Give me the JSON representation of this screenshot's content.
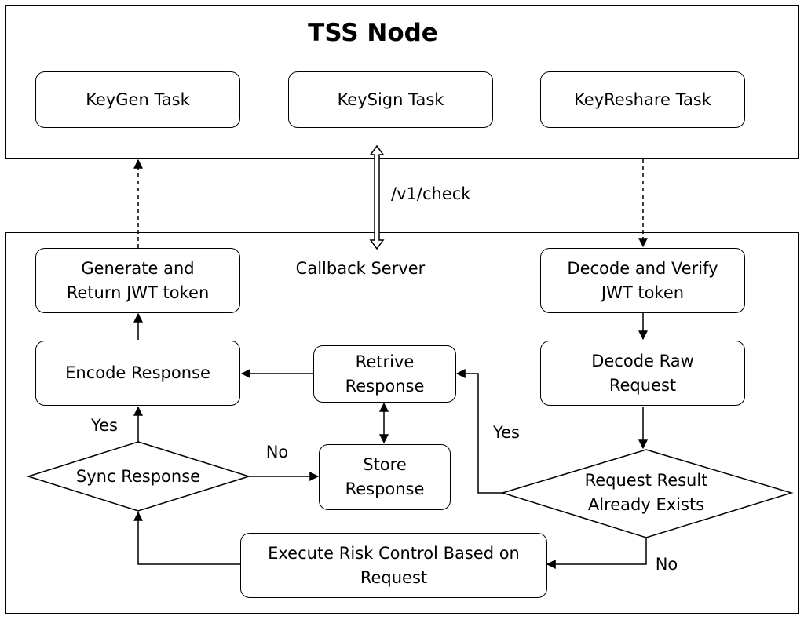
{
  "tss_node": {
    "title": "TSS Node",
    "tasks": {
      "keygen": "KeyGen Task",
      "keysign": "KeySign Task",
      "keyreshare": "KeyReshare Task"
    }
  },
  "endpoint_label": "/v1/check",
  "callback_server": {
    "title": "Callback Server",
    "nodes": {
      "generate_jwt": "Generate and\nReturn JWT token",
      "decode_verify": "Decode and Verify\nJWT token",
      "encode_response": "Encode Response",
      "retrive_response": "Retrive\nResponse",
      "decode_raw": "Decode Raw\nRequest",
      "sync_response": "Sync Response",
      "store_response": "Store\nResponse",
      "request_exists": "Request Result\nAlready Exists",
      "execute_risk": "Execute Risk Control Based on\nRequest"
    },
    "edge_labels": {
      "sync_yes": "Yes",
      "sync_no": "No",
      "exists_yes": "Yes",
      "exists_no": "No"
    }
  }
}
